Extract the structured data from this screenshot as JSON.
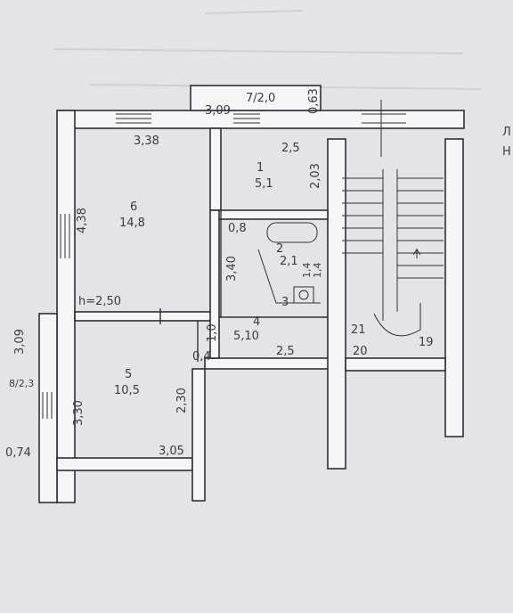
{
  "rooms": [
    {
      "number": "1",
      "area": "5,1"
    },
    {
      "number": "2",
      "area": "2,1"
    },
    {
      "number": "3",
      "area": ""
    },
    {
      "number": "4",
      "area": "5,10"
    },
    {
      "number": "5",
      "area": "10,5"
    },
    {
      "number": "6",
      "area": "14,8"
    }
  ],
  "dimensions": {
    "d309_top": "3,09",
    "balcony": "7/2,0",
    "d063": "0,63",
    "d338": "3,38",
    "d25_top": "2,5",
    "d203": "2,03",
    "d438": "4,38",
    "d08": "0,8",
    "d340": "3,40",
    "d14": "1,4",
    "d14b": "1,4",
    "h250": "h=2,50",
    "d10": "1,0",
    "d04": "0,4",
    "d25_mid": "2,5",
    "d309_left": "3,09",
    "loggia": "8/2,3",
    "d330": "3,30",
    "d230": "2,30",
    "d074": "0,74",
    "d305": "3,05"
  },
  "stair_labels": {
    "n21": "21",
    "n20": "20",
    "n19": "19"
  },
  "margin_text": {
    "l": "Л",
    "n": "Н"
  },
  "colors": {
    "paper": "#f6f6f8",
    "ink": "#2e2e36",
    "background": "#e4e4e8"
  }
}
